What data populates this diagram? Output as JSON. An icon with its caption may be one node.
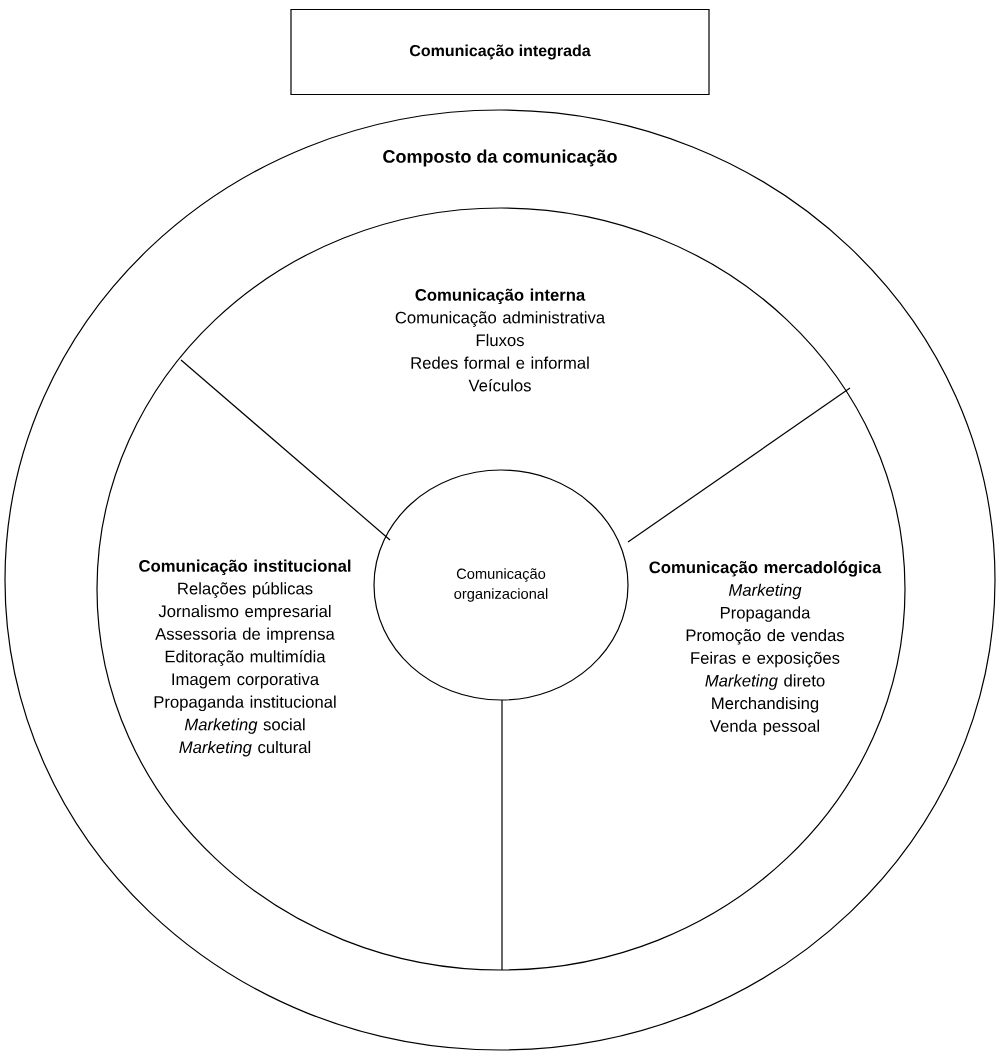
{
  "diagram": {
    "nodes": [
      {
        "text": [
          "Comunicação integrada"
        ]
      },
      {
        "text": [
          "Composto da comunicação"
        ]
      },
      {
        "text": [],
        "shape": "circle",
        "in": 1
      },
      {
        "text": [
          "Comunicação interna",
          "Comunicação administrativa",
          "Fluxos",
          "Redes formal e informal",
          "Veículos"
        ],
        "in": 2
      },
      {
        "text": [
          "Comunicação institucional",
          "Relações públicas",
          "Jornalismo empresarial",
          "Assessoria de imprensa",
          "Editoração multimídia",
          "Imagem corporativa",
          "Propaganda institucional",
          "*Marketing* social",
          "*Marketing* cultural"
        ],
        "in": 2
      },
      {
        "text": [
          "Comunicação organizacional"
        ],
        "in": 2
      },
      {
        "text": [
          "Comunicação mercadológica",
          "*Marketing*",
          "Propaganda",
          "Promoção de vendas",
          "Feiras e exposições",
          "*Marketing* direto",
          "Merchandising",
          "Venda pessoal"
        ],
        "in": 2
      }
    ],
    "edges": []
  }
}
